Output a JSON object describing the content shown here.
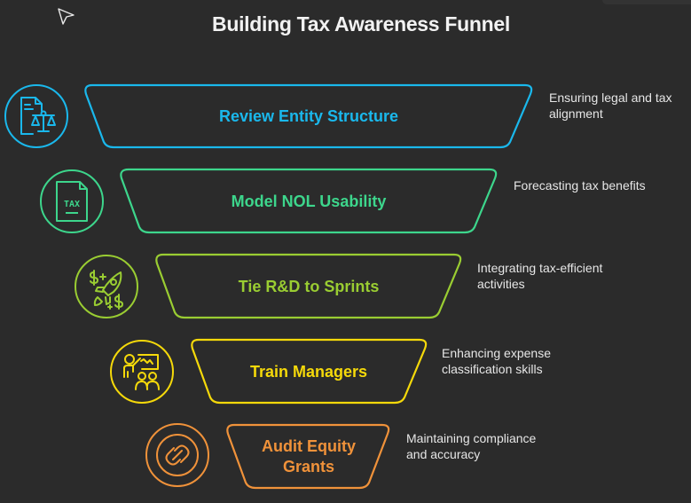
{
  "title": "Building Tax Awareness Funnel",
  "stages": [
    {
      "label": "Review Entity Structure",
      "description": "Ensuring legal and tax alignment",
      "desc_lines": [
        "Ensuring legal and tax",
        "alignment"
      ],
      "icon": "document-scales-icon",
      "color": "#1ab8ec"
    },
    {
      "label": "Model NOL Usability",
      "description": "Forecasting tax benefits",
      "desc_lines": [
        "Forecasting tax benefits"
      ],
      "icon": "tax-document-icon",
      "icon_text": "TAX",
      "color": "#3dd68c"
    },
    {
      "label": "Tie R&D to Sprints",
      "description": "Integrating tax-efficient activities",
      "desc_lines": [
        "Integrating tax-efficient",
        "activities"
      ],
      "icon": "rocket-dollar-icon",
      "color": "#9acd32"
    },
    {
      "label": "Train Managers",
      "description": "Enhancing expense classification skills",
      "desc_lines": [
        "Enhancing expense",
        "classification skills"
      ],
      "icon": "teacher-presentation-icon",
      "color": "#f5d90a"
    },
    {
      "label": "Audit Equity Grants",
      "label_lines": [
        "Audit Equity",
        "Grants"
      ],
      "description": "Maintaining compliance and accuracy",
      "desc_lines": [
        "Maintaining compliance",
        "and accuracy"
      ],
      "icon": "link-icon",
      "color": "#f0923a"
    }
  ]
}
